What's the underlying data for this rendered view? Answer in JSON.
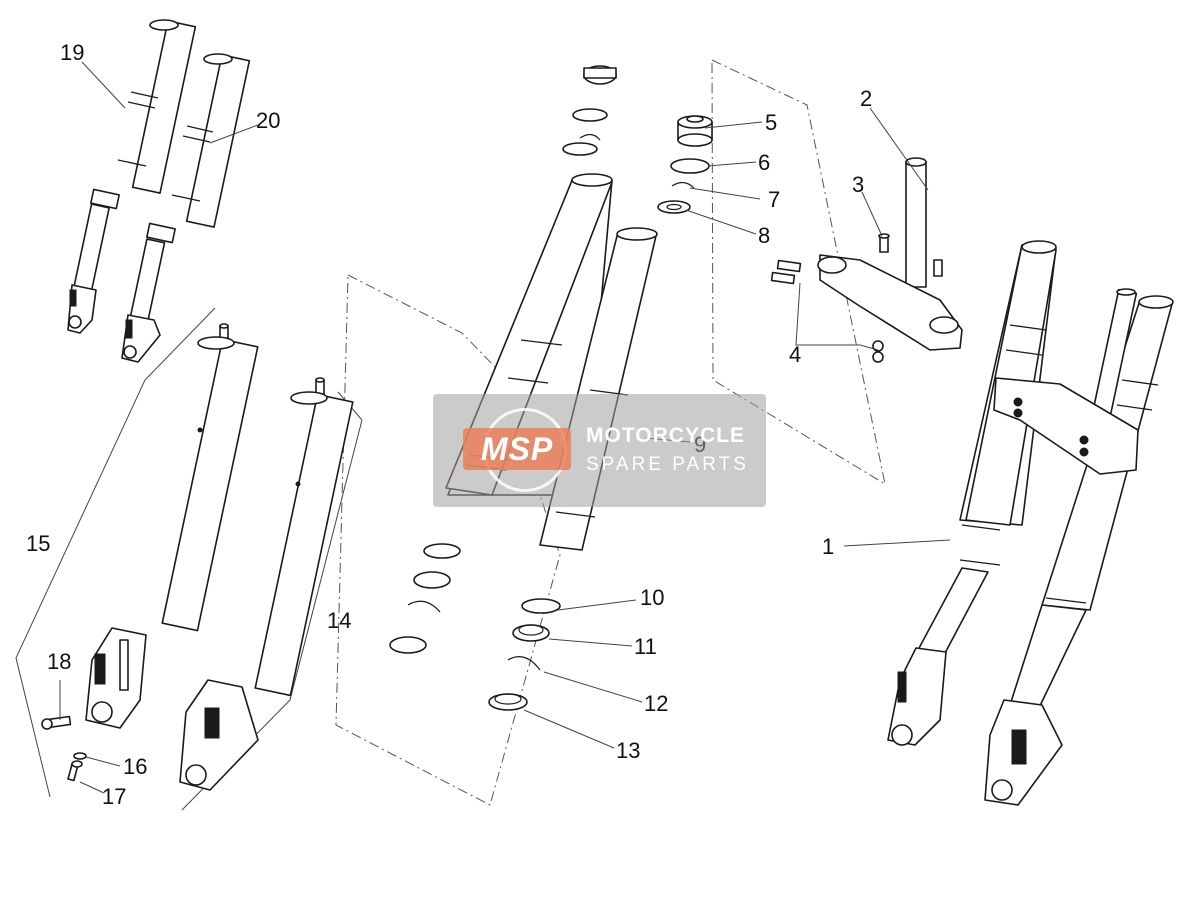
{
  "callouts": {
    "c1": "1",
    "c2": "2",
    "c3": "3",
    "c4": "4",
    "c5": "5",
    "c6": "6",
    "c7": "7",
    "c8": "8",
    "c9": "9",
    "c10": "10",
    "c11": "11",
    "c12": "12",
    "c13": "13",
    "c14": "14",
    "c15": "15",
    "c16": "16",
    "c17": "17",
    "c18": "18",
    "c19": "19",
    "c20": "20"
  },
  "watermark": {
    "logo": "MSP",
    "line1": "MOTORCYCLE",
    "line2": "SPARE PARTS"
  }
}
